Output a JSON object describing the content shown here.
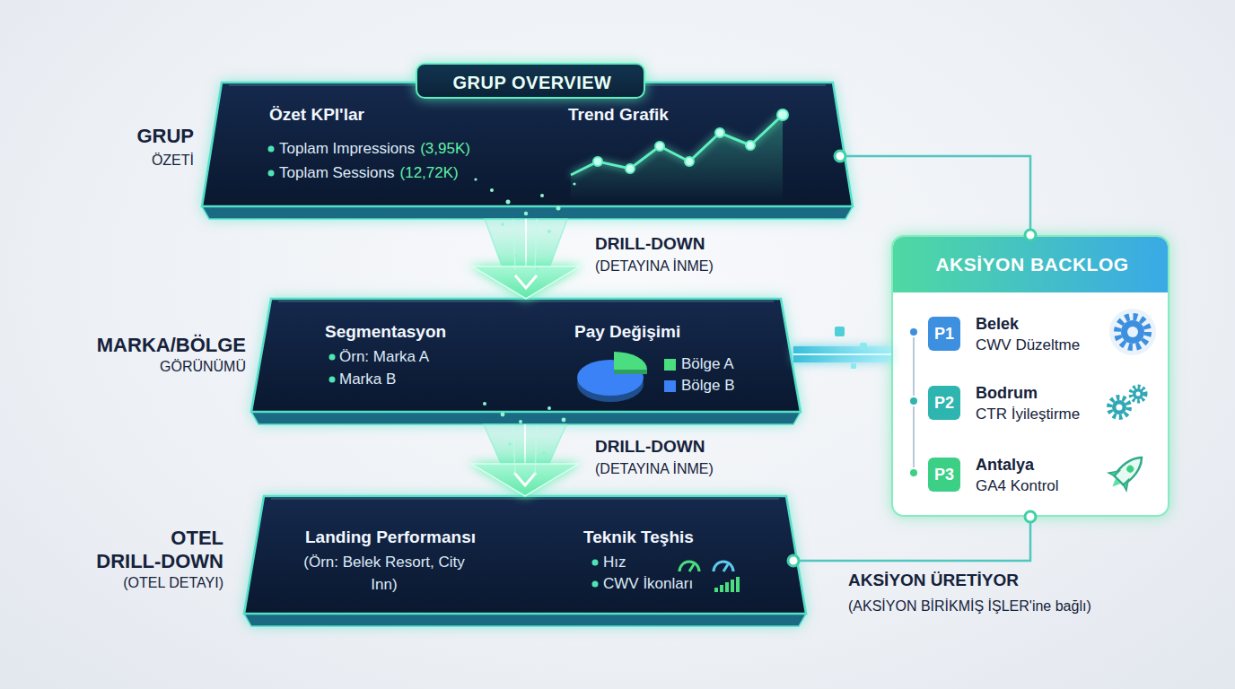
{
  "diagram": {
    "nodes": [
      {
        "text": [
          "Özet KPI'lar",
          "Toplam Impressions",
          "(3,95K)",
          "Toplam Sessions",
          "(12,72K)",
          "Trend Grafik"
        ]
      },
      {
        "text": [
          "GRUP OVERVIEW"
        ],
        "in": 0
      },
      {
        "text": [
          "Segmentasyon",
          "Örn: Marka A",
          "Marka B",
          "Pay Değişimi"
        ]
      },
      {
        "text": [
          "Landing Performansı",
          "(Örn: Belek Resort, City Inn)",
          "Teknik Teşhis",
          "Hız",
          "CWV İkonları"
        ]
      },
      {
        "text": [
          "AKSİYON BACKLOG"
        ]
      },
      {
        "text": [
          "P1",
          "Belek",
          "CWV Düzeltme"
        ],
        "in": 4
      },
      {
        "text": [
          "P2",
          "Bodrum",
          "CTR İyileştirme"
        ],
        "in": 4
      },
      {
        "text": [
          "P3",
          "Antalya",
          "GA4 Kontrol"
        ],
        "in": 4
      }
    ],
    "edges": [
      {
        "from": 0,
        "to": 2,
        "arrow": "to",
        "label": "DRILL-DOWN"
      },
      {
        "from": 2,
        "to": 3,
        "arrow": "to",
        "label": "DRILL-DOWN"
      },
      {
        "from": 0,
        "to": 4,
        "arrow": "none"
      },
      {
        "from": 2,
        "to": 4,
        "arrow": "none"
      },
      {
        "from": 3,
        "to": 4,
        "arrow": "none",
        "label": "AKSİYON ÜRETİYOR"
      }
    ],
    "labels": [
      "GRUP",
      "ÖZETİ",
      "MARKA/BÖLGE",
      "GÖRÜNÜMÜ",
      "OTEL",
      "DRILL-DOWN",
      "(OTEL DETAYI)",
      "(DETAYINA İNME)",
      "(DETAYINA İNME)",
      "(AKSİYON BİRİKMİŞ İŞLER'ine bağlı)"
    ],
    "legend": [
      {
        "text": "Bölge A",
        "color": "#4ade80"
      },
      {
        "text": "Bölge B",
        "color": "#3b82f6"
      }
    ]
  }
}
